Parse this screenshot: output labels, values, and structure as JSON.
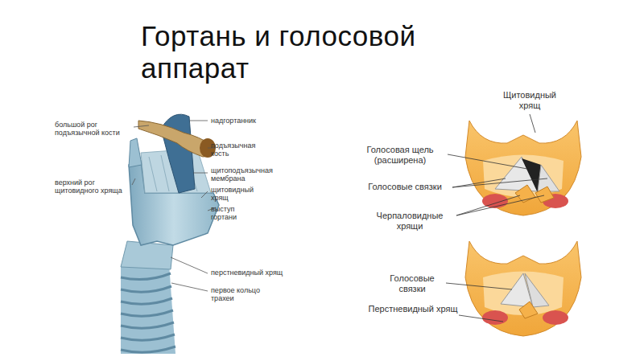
{
  "diagram": {
    "title": "Гортань и голосовой аппарат",
    "labels": [
      "большой рог подъязычной кости",
      "верхний рог щитовидного хряща",
      "надгортанник",
      "подъязычная кость",
      "щитоподъязычная мембрана",
      "щитовидный хрящ",
      "выступ гортани",
      "перстневидный хрящ",
      "первое кольцо трахеи",
      "Щитовидный хрящ",
      "Голосовая щель (расширена)",
      "Голосовые связки",
      "Черпаловидные хрящи",
      "Голосовые связки",
      "Перстневидный хрящ"
    ]
  }
}
